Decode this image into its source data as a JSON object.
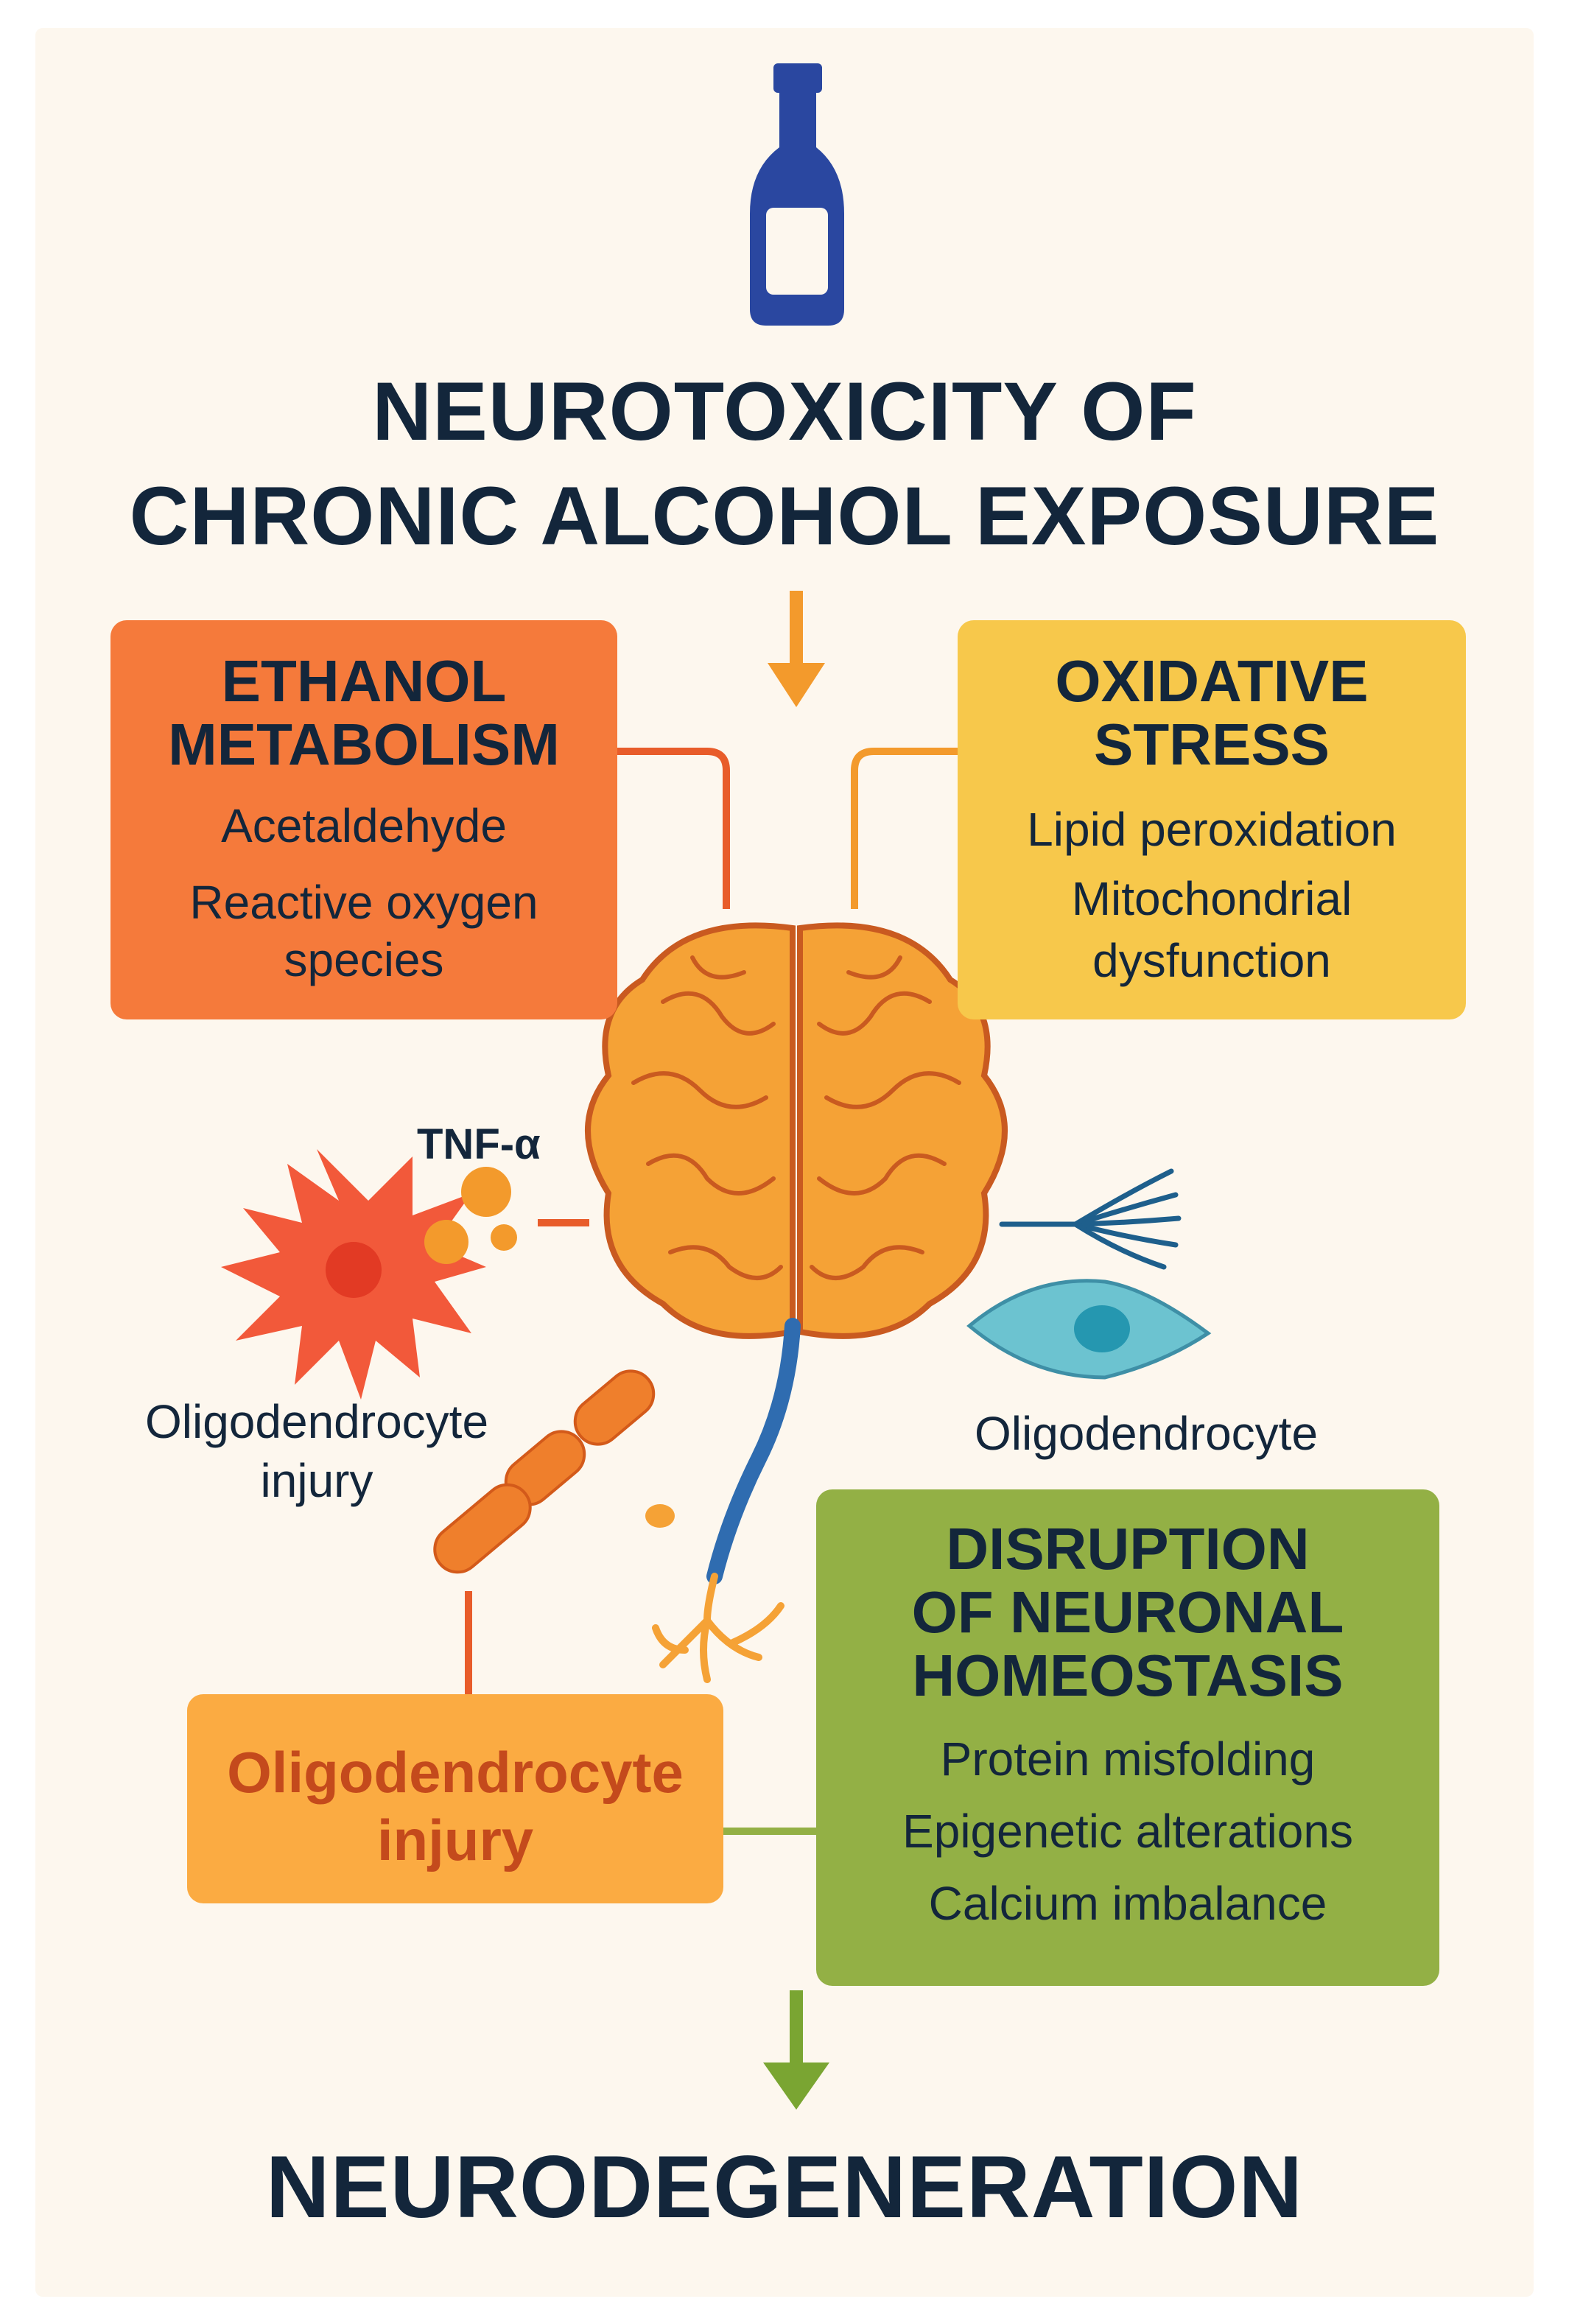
{
  "title": {
    "line1": "NEUROTOXICITY OF",
    "line2": "CHRONIC ALCOHOL EXPOSURE"
  },
  "boxes": {
    "ethanol": {
      "heading_line1": "ETHANOL",
      "heading_line2": "METABOLISM",
      "items": [
        "Acetaldehyde",
        "Reactive oxygen",
        "species"
      ],
      "color": "#f57a3b"
    },
    "oxidative": {
      "heading_line1": "OXIDATIVE",
      "heading_line2": "STRESS",
      "items": [
        "Lipid peroxidation",
        "Mitochondrial",
        "dysfunction"
      ],
      "color": "#f7c84b"
    },
    "disruption": {
      "heading_line1": "DISRUPTION",
      "heading_line2": "OF NEURONAL",
      "heading_line3": "HOMEOSTASIS",
      "items": [
        "Protein misfolding",
        "Epigenetic alterations",
        "Calcium imbalance"
      ],
      "color": "#93b045"
    },
    "oligo_injury": {
      "heading_line1": "Oligodendrocyte",
      "heading_line2": "injury",
      "color": "#fbab42"
    }
  },
  "labels": {
    "tnf": "TNF-α",
    "left_cell_line1": "Oligodendrocyte",
    "left_cell_line2": "injury",
    "right_cell": "Oligodendrocyte"
  },
  "outcome": "NEURODEGENERATION",
  "icons": [
    "bottle-icon",
    "brain-icon",
    "microglia-cell-icon",
    "oligodendrocyte-cell-icon",
    "axon-fibers-icon",
    "neuron-axon-icon",
    "myelin-segments-icon"
  ]
}
